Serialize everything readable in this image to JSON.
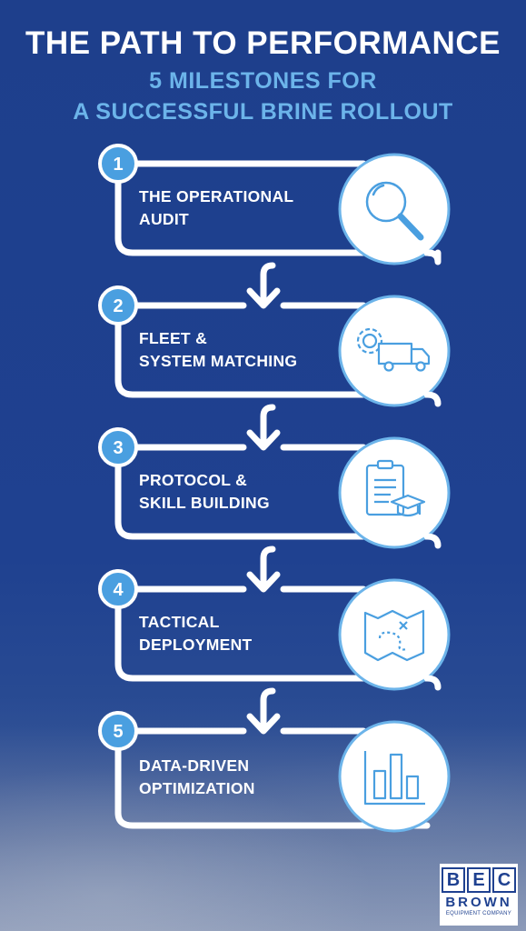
{
  "header": {
    "title": "THE PATH TO PERFORMANCE",
    "subtitle_line1": "5 MILESTONES FOR",
    "subtitle_line2": "A SUCCESSFUL BRINE ROLLOUT"
  },
  "steps": [
    {
      "number": "1",
      "line1": "THE OPERATIONAL",
      "line2": "AUDIT",
      "icon": "magnifying-glass-icon"
    },
    {
      "number": "2",
      "line1": "FLEET &",
      "line2": "SYSTEM MATCHING",
      "icon": "gear-truck-icon"
    },
    {
      "number": "3",
      "line1": "PROTOCOL &",
      "line2": "SKILL BUILDING",
      "icon": "clipboard-graduation-cap-icon"
    },
    {
      "number": "4",
      "line1": "TACTICAL",
      "line2": "DEPLOYMENT",
      "icon": "map-route-icon"
    },
    {
      "number": "5",
      "line1": "DATA-DRIVEN",
      "line2": "OPTIMIZATION",
      "icon": "bar-chart-icon"
    }
  ],
  "logo": {
    "letters": "BEC",
    "name": "BROWN",
    "tagline": "EQUIPMENT COMPANY"
  },
  "colors": {
    "background": "#1f4190",
    "accent": "#6cb4ea",
    "badge": "#4a9fe0",
    "line": "#ffffff"
  }
}
